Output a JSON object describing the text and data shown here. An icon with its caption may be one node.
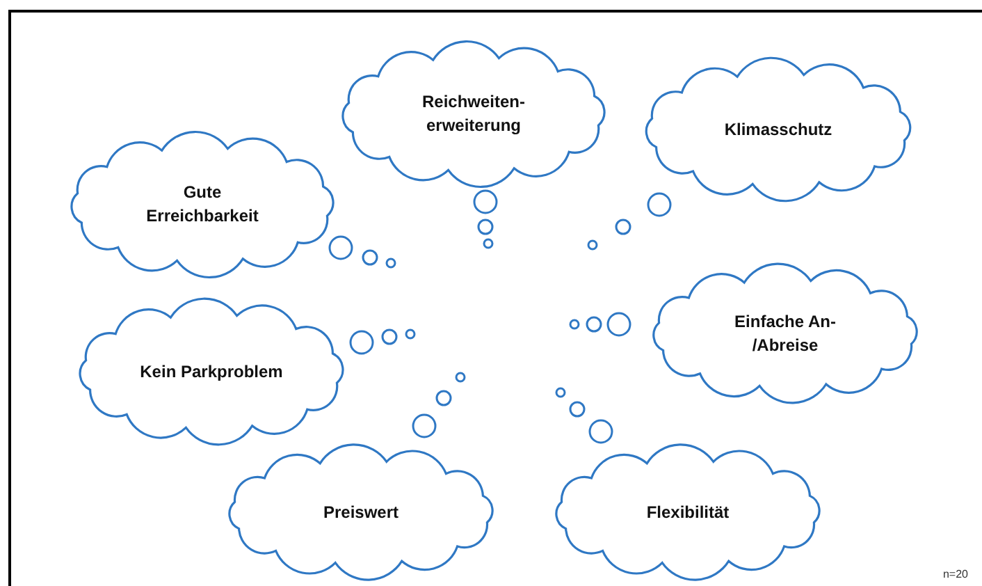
{
  "diagram": {
    "nodes": [
      {
        "text": [
          "Reichweiten- erweiterung"
        ]
      },
      {
        "text": [
          "Klimasschutz"
        ]
      },
      {
        "text": [
          "Gute Erreichbarkeit"
        ]
      },
      {
        "text": [
          "Einfache An- /Abreise"
        ]
      },
      {
        "text": [
          "Kein Parkproblem"
        ]
      },
      {
        "text": [
          "Preiswert"
        ]
      },
      {
        "text": [
          "Flexibilität"
        ]
      }
    ],
    "labels": [
      "n=20"
    ]
  }
}
